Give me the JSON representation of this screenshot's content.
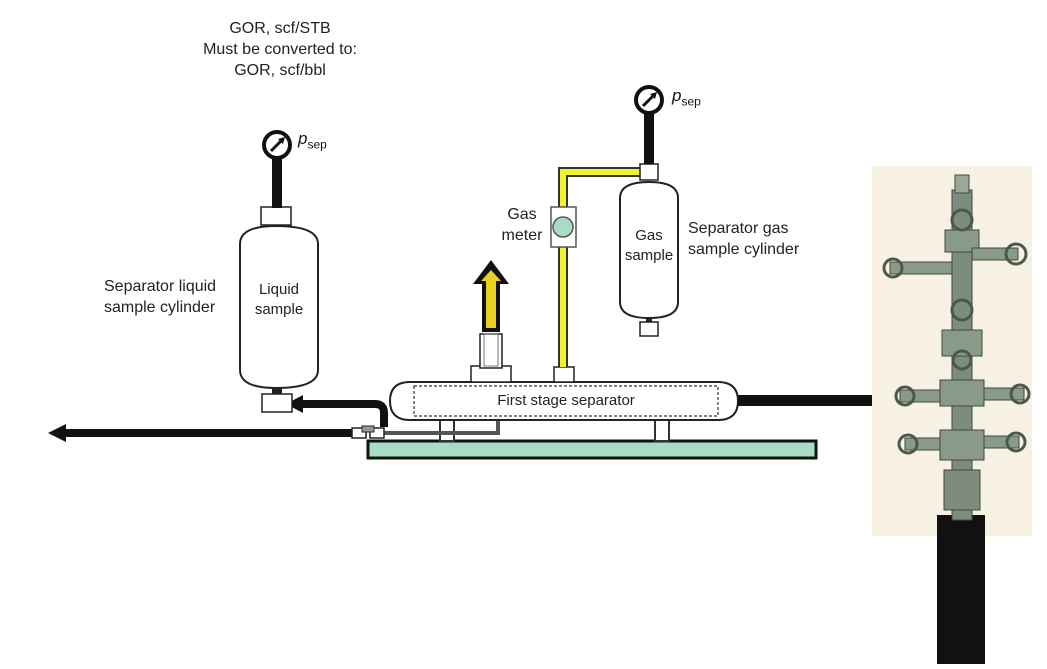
{
  "gor_note": {
    "line1": "GOR, scf/STB",
    "line2": "Must be converted to:",
    "line3": "GOR, scf/bbl"
  },
  "pressure_label": {
    "symbol": "p",
    "subscript": "sep"
  },
  "liquid": {
    "vessel_line1": "Liquid",
    "vessel_line2": "sample",
    "caption_line1": "Separator liquid",
    "caption_line2": "sample cylinder"
  },
  "gas": {
    "vessel_line1": "Gas",
    "vessel_line2": "sample",
    "caption_line1": "Separator gas",
    "caption_line2": "sample cylinder",
    "meter_line1": "Gas",
    "meter_line2": "meter"
  },
  "separator": {
    "label": "First stage separator"
  },
  "colors": {
    "gas_line": "#f2f22c",
    "base_plate": "#a8dcc4",
    "meter": "#a8dcc4",
    "arrow_fill": "#e8d020",
    "wellhead": "#8a9a8a",
    "outline": "#111111"
  }
}
